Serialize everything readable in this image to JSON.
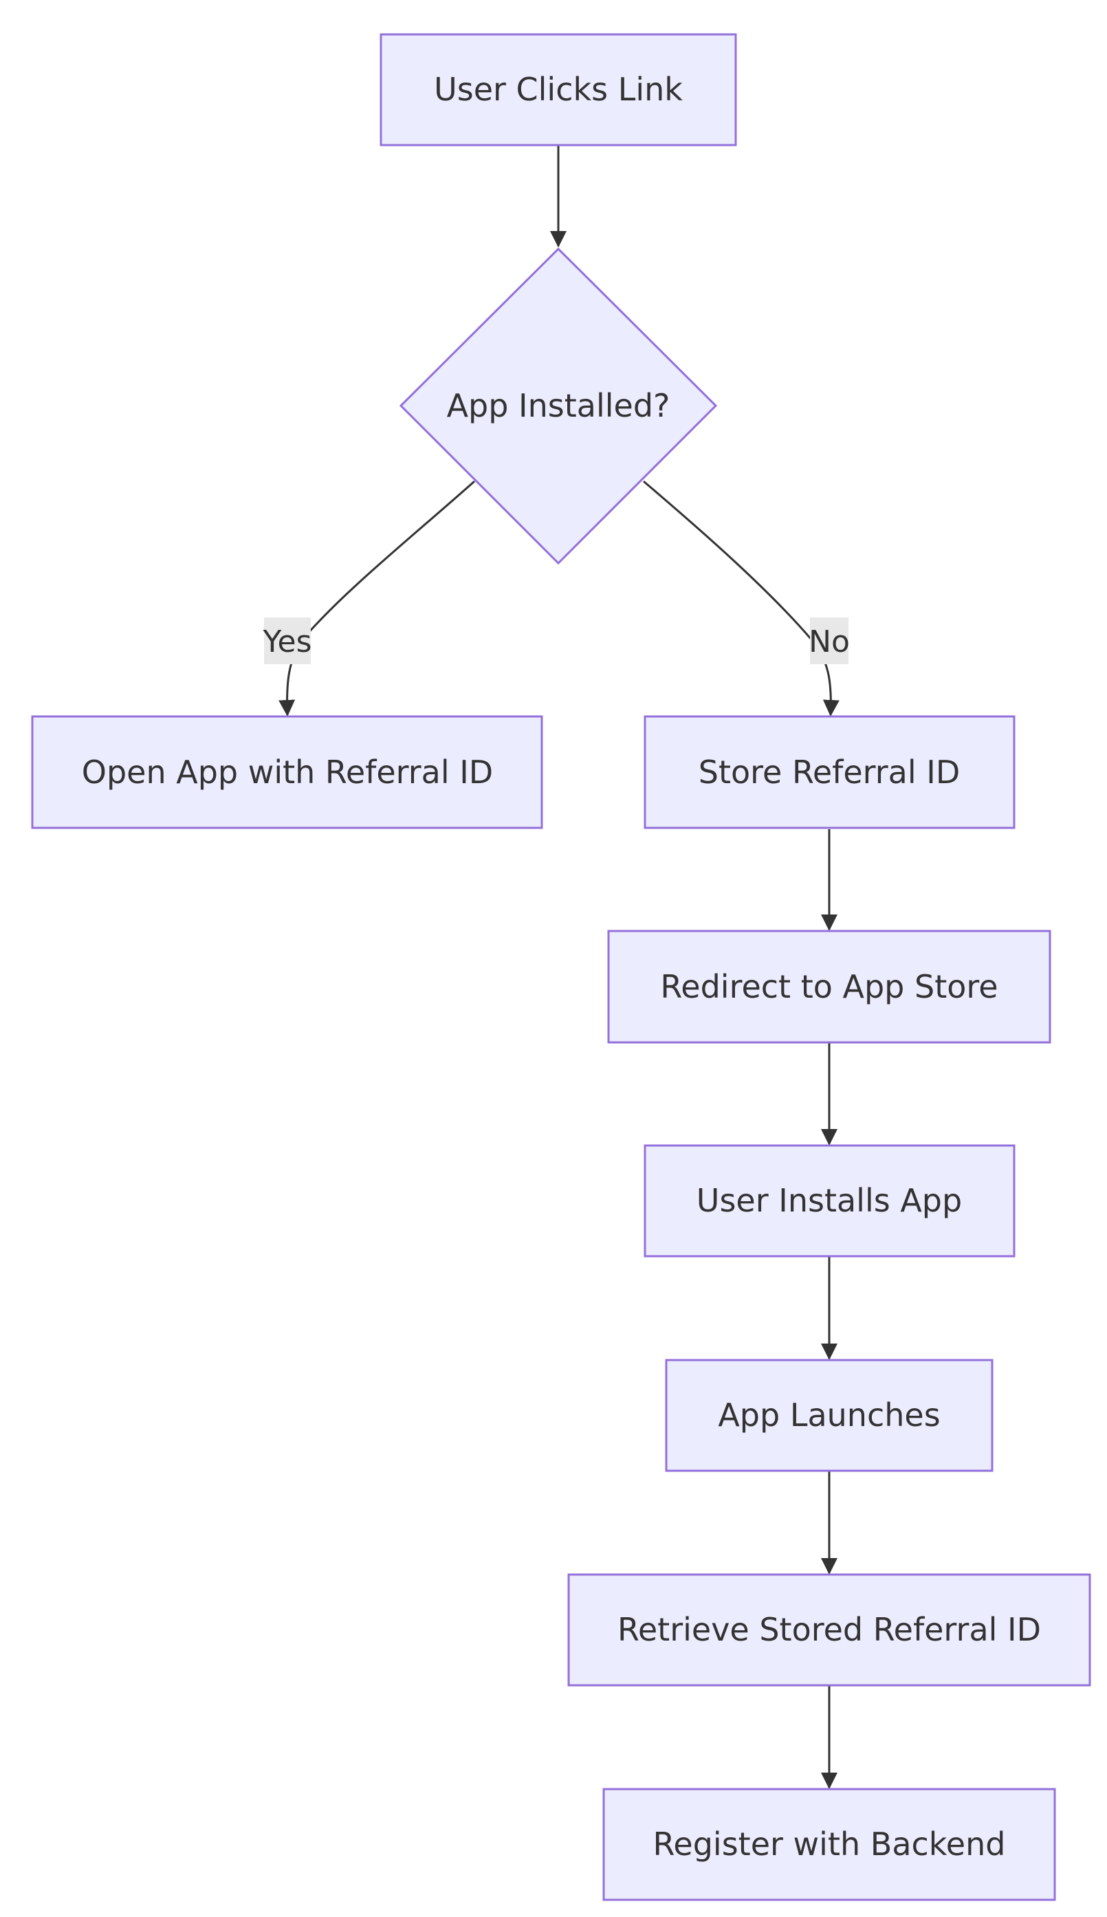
{
  "diagram": {
    "type": "flowchart",
    "nodes": {
      "start": "User Clicks Link",
      "decision": "App Installed?",
      "open_app": "Open App with Referral ID",
      "store_id": "Store Referral ID",
      "redirect": "Redirect to App Store",
      "install": "User Installs App",
      "launch": "App Launches",
      "retrieve": "Retrieve Stored Referral ID",
      "register": "Register with Backend"
    },
    "edges": [
      {
        "from": "start",
        "to": "decision",
        "label": ""
      },
      {
        "from": "decision",
        "to": "open_app",
        "label": "Yes"
      },
      {
        "from": "decision",
        "to": "store_id",
        "label": "No"
      },
      {
        "from": "store_id",
        "to": "redirect",
        "label": ""
      },
      {
        "from": "redirect",
        "to": "install",
        "label": ""
      },
      {
        "from": "install",
        "to": "launch",
        "label": ""
      },
      {
        "from": "launch",
        "to": "retrieve",
        "label": ""
      },
      {
        "from": "retrieve",
        "to": "register",
        "label": ""
      }
    ],
    "edge_labels": {
      "yes": "Yes",
      "no": "No"
    },
    "colors": {
      "node_fill": "#ececff",
      "node_stroke": "#9370db",
      "edge": "#333333",
      "label_bg": "#e8e8e8",
      "text": "#333333"
    }
  }
}
